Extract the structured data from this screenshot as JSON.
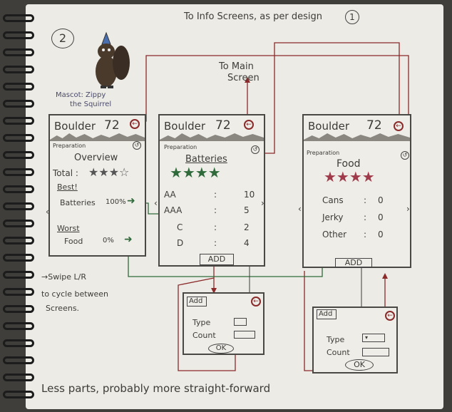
{
  "header": {
    "page_number": "2",
    "top_note": "To Info Screens, as per design",
    "top_note_ref": "1",
    "main_note_line1": "To Main",
    "main_note_line2": "Screen",
    "mascot_line1": "Mascot: Zippy",
    "mascot_line2": "the Squirrel"
  },
  "screens": {
    "overview": {
      "title": "Boulder",
      "temp": "72",
      "section": "Preparation",
      "heading": "Overview",
      "total_label": "Total :",
      "best_label": "Best!",
      "best_item": "Batteries",
      "best_value": "100%",
      "worst_label": "Worst",
      "worst_item": "Food",
      "worst_value": "0%",
      "rating": 3
    },
    "batteries": {
      "title": "Boulder",
      "temp": "72",
      "section": "Preparation",
      "heading": "Batteries",
      "rows": [
        {
          "label": "AA",
          "sep": ":",
          "value": "10"
        },
        {
          "label": "AAA",
          "sep": ":",
          "value": "5"
        },
        {
          "label": "C",
          "sep": ":",
          "value": "2"
        },
        {
          "label": "D",
          "sep": ":",
          "value": "4"
        }
      ],
      "add_label": "ADD",
      "rating": 4
    },
    "food": {
      "title": "Boulder",
      "temp": "72",
      "section": "Preparation",
      "heading": "Food",
      "rows": [
        {
          "label": "Cans",
          "sep": ":",
          "value": "0"
        },
        {
          "label": "Jerky",
          "sep": ":",
          "value": "0"
        },
        {
          "label": "Other",
          "sep": ":",
          "value": "0"
        }
      ],
      "add_label": "ADD",
      "rating": 4
    }
  },
  "dialogs": {
    "left": {
      "title": "Add",
      "type_label": "Type",
      "count_label": "Count",
      "ok_label": "OK"
    },
    "right": {
      "title": "Add",
      "type_label": "Type",
      "count_label": "Count",
      "ok_label": "OK"
    }
  },
  "notes": {
    "swipe_line1": "→Swipe L/R",
    "swipe_line2": "to cycle between",
    "swipe_line3": "Screens.",
    "bottom": "Less parts, probably more straight-forward"
  },
  "colors": {
    "red_ink": "#8a2a2a",
    "green_ink": "#2f6b3a",
    "pencil": "#3d3c38"
  },
  "icons": [
    "spiral-binding-icon",
    "squirrel-mascot-icon",
    "back-arrow-icon",
    "info-icon",
    "star-icon",
    "arrow-right-icon",
    "dropdown-icon"
  ]
}
